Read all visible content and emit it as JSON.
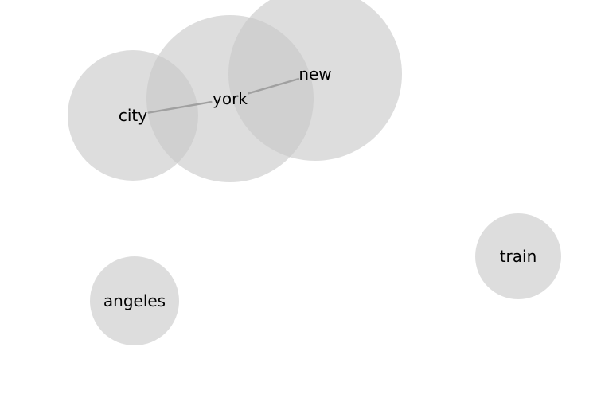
{
  "diagram": {
    "nodes": [
      {
        "id": "new",
        "label": "new"
      },
      {
        "id": "york",
        "label": "york"
      },
      {
        "id": "city",
        "label": "city"
      },
      {
        "id": "angeles",
        "label": "angeles"
      },
      {
        "id": "train",
        "label": "train"
      }
    ],
    "edges": [
      {
        "source": "city",
        "target": "york"
      },
      {
        "source": "york",
        "target": "new"
      }
    ],
    "colors": {
      "node_fill": "#c8c8c8",
      "edge": "#a0a0a0",
      "label": "#000000"
    }
  }
}
